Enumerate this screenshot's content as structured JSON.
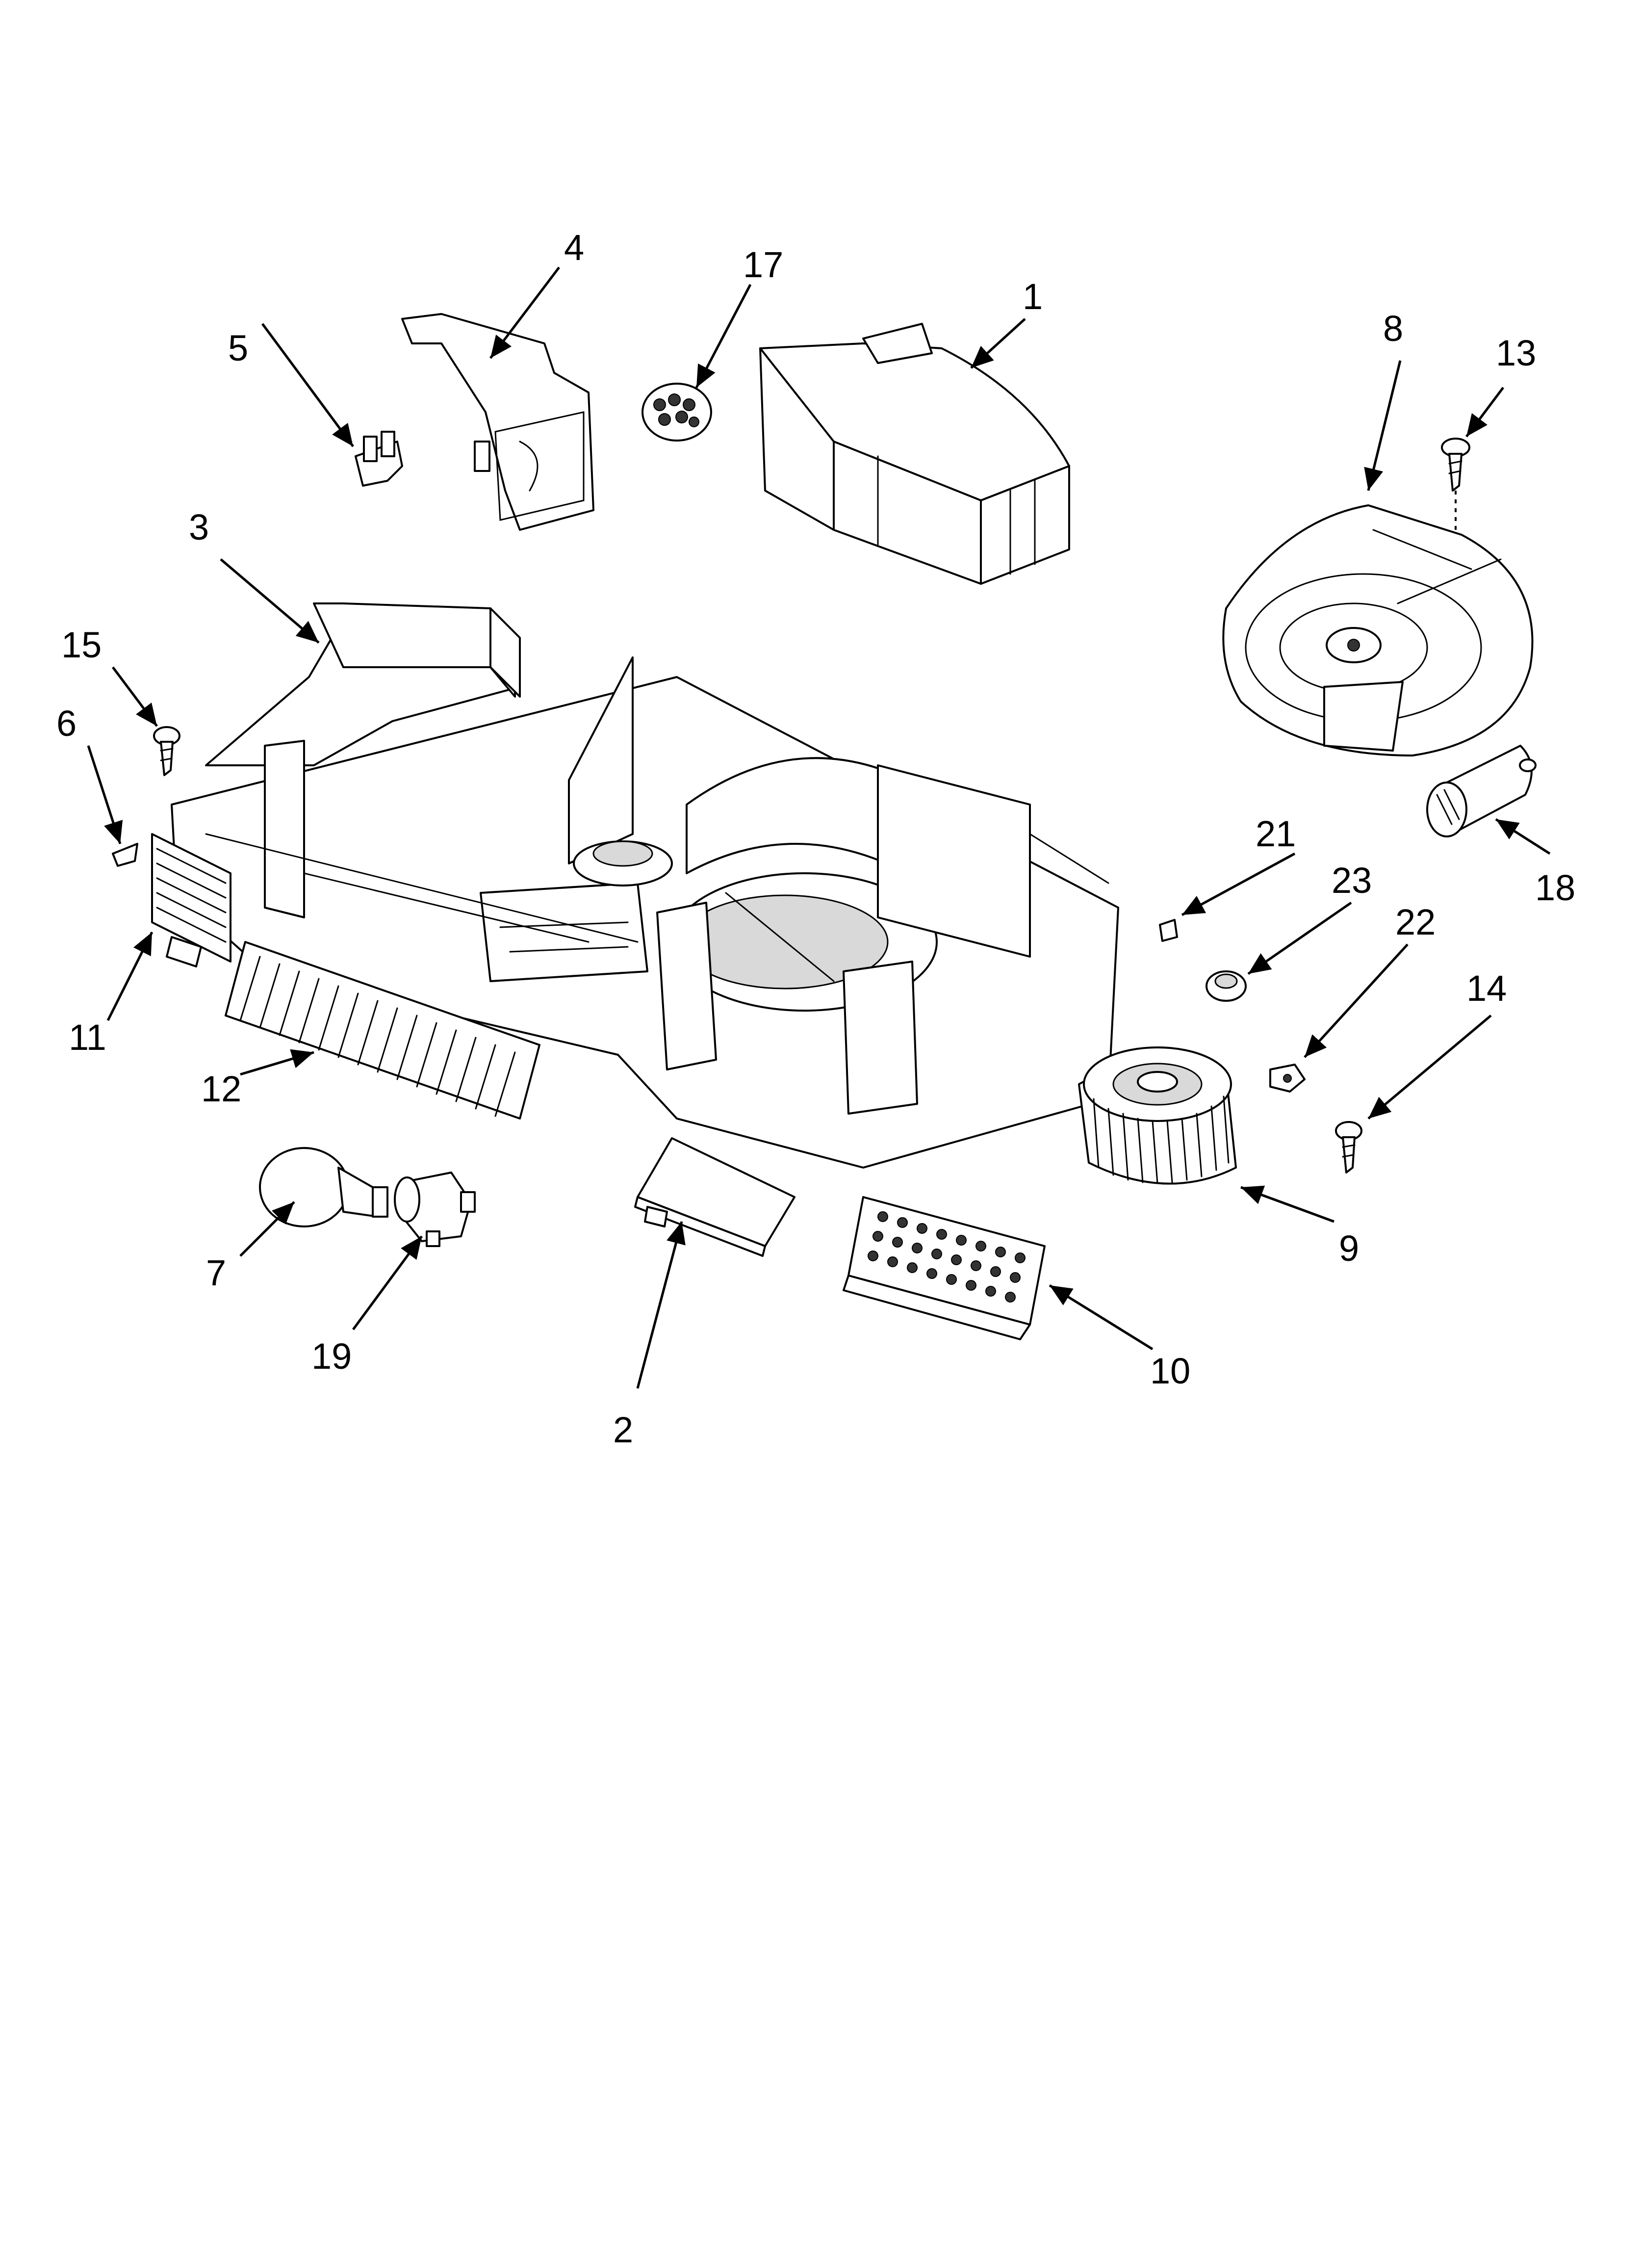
{
  "diagram": {
    "callouts": [
      "1",
      "2",
      "3",
      "4",
      "5",
      "6",
      "7",
      "8",
      "9",
      "10",
      "11",
      "12",
      "13",
      "14",
      "15",
      "17",
      "18",
      "19",
      "21",
      "22",
      "23"
    ]
  }
}
